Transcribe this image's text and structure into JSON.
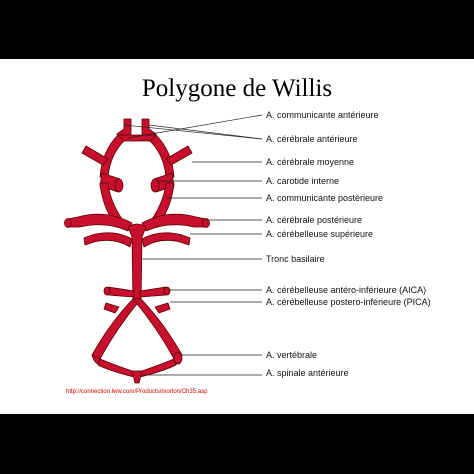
{
  "title": "Polygone de Willis",
  "labels": [
    "A. communicante antérieure",
    "A. cérébrale antérieure",
    "A. cérébrale moyenne",
    "A. carotide interne",
    "A. communicante postérieure",
    "A. cérébrale postérieure",
    "A. cérébelleuse supérieure",
    "Tronc basilaire",
    "A. cérébelleuse antéro-inférieure (AICA)",
    "A. cérébelleuse postero-inférieure (PICA)",
    "A. vertébrale",
    "A. spinale antérieure"
  ],
  "source_url": "http://connection.lww.com/Products/morton/Ch35.asp",
  "colors": {
    "artery": "#c8102e",
    "outline": "#5a0000",
    "background": "#000000",
    "slide": "#ffffff",
    "url": "#d20000"
  }
}
